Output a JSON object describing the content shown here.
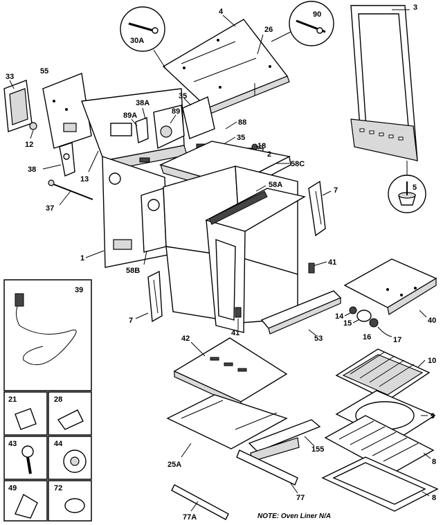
{
  "labels": {
    "l3": "3",
    "l4": "4",
    "l90": "90",
    "l26": "26",
    "l30a": "30A",
    "l33": "33",
    "l55": "55",
    "l38a": "38A",
    "l35a": "35",
    "l89a": "89A",
    "l89": "89",
    "l88": "88",
    "l35b": "35",
    "l18": "18",
    "l2": "2",
    "l58c": "58C",
    "l12": "12",
    "l38": "38",
    "l13": "13",
    "l37": "37",
    "l58a": "58A",
    "l7a": "7",
    "l5": "5",
    "l1": "1",
    "l58b": "58B",
    "l41a": "41",
    "l39": "39",
    "l7b": "7",
    "l41b": "41",
    "l14": "14",
    "l15": "15",
    "l16": "16",
    "l17": "17",
    "l53": "53",
    "l40": "40",
    "l42": "42",
    "l10": "10",
    "l9": "9",
    "l21": "21",
    "l28": "28",
    "l43": "43",
    "l44": "44",
    "l49": "49",
    "l72": "72",
    "l25a": "25A",
    "l155": "155",
    "l8a": "8",
    "l8b": "8",
    "l77": "77",
    "l77a": "77A"
  },
  "note": "NOTE: Oven Liner N/A"
}
